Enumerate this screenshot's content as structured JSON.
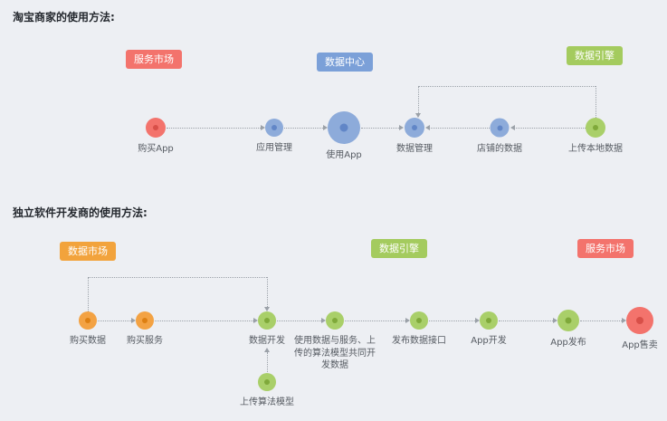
{
  "colors": {
    "background": "#edeff3",
    "red": "#f3736c",
    "red_dark": "#d84f48",
    "blue": "#7ba0d8",
    "blue_node": "#8dabda",
    "blue_dark": "#6186c7",
    "green": "#a4cb5e",
    "green_node": "#a9cf69",
    "green_dark": "#7fa93a",
    "orange": "#f2a33c",
    "orange_node": "#f3a243",
    "orange_dark": "#dd7f12",
    "connector": "#9ba1a8",
    "label_text": "#565b62"
  },
  "sections": [
    {
      "title": "淘宝商家的使用方法:",
      "badges": [
        {
          "label": "服务市场",
          "color": "#f3736c"
        },
        {
          "label": "数据中心",
          "color": "#7ba0d8"
        },
        {
          "label": "数据引擎",
          "color": "#a4cb5e"
        }
      ],
      "nodes": [
        {
          "label": "购买App",
          "color": "red"
        },
        {
          "label": "应用管理",
          "color": "blue"
        },
        {
          "label": "使用App",
          "color": "blue",
          "size": "large"
        },
        {
          "label": "数据管理",
          "color": "blue"
        },
        {
          "label": "店铺的数据",
          "color": "blue"
        },
        {
          "label": "上传本地数据",
          "color": "green"
        }
      ],
      "edges": [
        [
          0,
          1
        ],
        [
          1,
          2
        ],
        [
          2,
          3
        ],
        [
          4,
          3
        ],
        [
          5,
          4
        ],
        [
          5,
          3
        ]
      ]
    },
    {
      "title": "独立软件开发商的使用方法:",
      "badges": [
        {
          "label": "数据市场",
          "color": "#f2a33c"
        },
        {
          "label": "数据引擎",
          "color": "#a4cb5e"
        },
        {
          "label": "服务市场",
          "color": "#f3736c"
        }
      ],
      "nodes": [
        {
          "label": "购买数据",
          "color": "orange"
        },
        {
          "label": "购买服务",
          "color": "orange"
        },
        {
          "label": "数据开发",
          "color": "green"
        },
        {
          "label": "使用数据与服务、上传的算法模型共同开发数据",
          "color": "green"
        },
        {
          "label": "发布数据接口",
          "color": "green"
        },
        {
          "label": "App开发",
          "color": "green"
        },
        {
          "label": "App发布",
          "color": "green"
        },
        {
          "label": "App售卖",
          "color": "red",
          "size": "large"
        },
        {
          "label": "上传算法模型",
          "color": "green"
        }
      ],
      "edges": [
        [
          0,
          1
        ],
        [
          1,
          2
        ],
        [
          2,
          3
        ],
        [
          3,
          4
        ],
        [
          4,
          5
        ],
        [
          5,
          6
        ],
        [
          6,
          7
        ],
        [
          0,
          2
        ],
        [
          8,
          2
        ]
      ]
    }
  ]
}
